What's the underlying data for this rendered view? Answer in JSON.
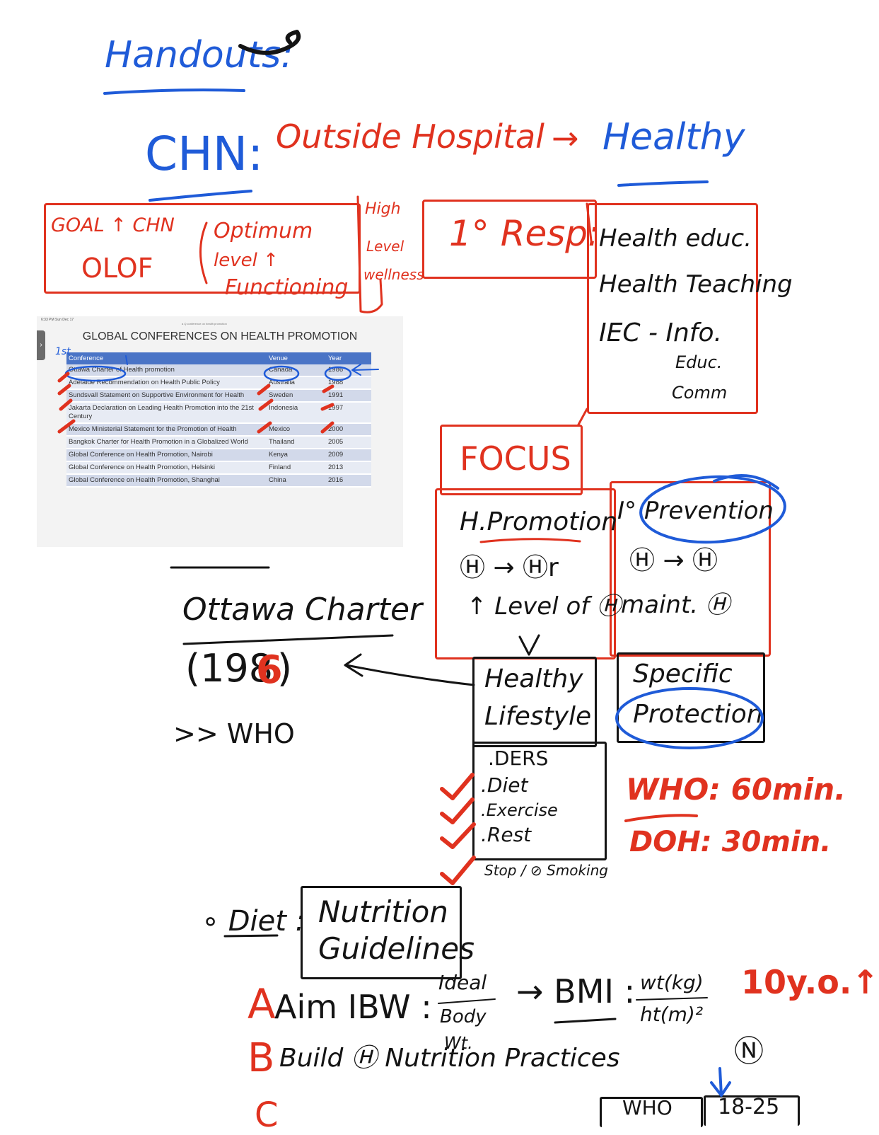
{
  "notes": {
    "heading": "Handouts:",
    "chn_label": "CHN:",
    "chn_text": "Outside Hospital",
    "chn_arrow": "→",
    "chn_healthy": "Healthy",
    "goal_line1": "GOAL ↑ CHN",
    "goal_line2": "OLOF",
    "optimum_line1": "Optimum",
    "optimum_line2": "level ↑",
    "optimum_line3": "Functioning",
    "high_level_wellness": [
      "High",
      "Level",
      "wellness"
    ],
    "resp_label": "1° Resp:",
    "resp_items": [
      "Health educ.",
      "Health Teaching",
      "IEC - Info.",
      "Educ.",
      "Comm"
    ],
    "focus_label": "FOCUS",
    "promotion_title": "H.Promotion",
    "promotion_line1": "Ⓗ → Ⓗr",
    "promotion_line2": "↑ Level of Ⓗ",
    "prevention_title": "I° Prevention",
    "prevention_line1": "Ⓗ → Ⓗ",
    "prevention_line2": "maint. Ⓗ",
    "healthy_lifestyle": [
      "Healthy",
      "Lifestyle"
    ],
    "specific_protection": [
      "Specific",
      "Protection"
    ],
    "ders_items": [
      ".DERS",
      ".Diet",
      ".Exercise",
      ".Rest",
      "Stop / ⊘ Smoking"
    ],
    "who_exercise": "WHO: 60min.",
    "doh_exercise": "DOH: 30min.",
    "ottawa_title": "Ottawa Charter",
    "ottawa_year_a": "(198",
    "ottawa_year_b": "6",
    "ottawa_year_c": ")",
    "ottawa_who": ">> WHO",
    "diet_label": "∘ Diet :",
    "diet_box": [
      "Nutrition",
      "Guidelines"
    ],
    "aim_text": "Aim IBW :",
    "ibw_expansion": [
      "Ideal",
      "Body",
      "Wt."
    ],
    "bmi_label": "→ BMI :",
    "bmi_num": "wt(kg)",
    "bmi_den": "ht(m)²",
    "age_note": "10y.o.↑",
    "build_text": "Build Ⓗ Nutrition Practices",
    "n_circle": "Ⓝ",
    "who_box": "WHO",
    "range_box": "18-25",
    "cut_line": "C"
  },
  "screenshot": {
    "status": "6:33 PM  Sun Dec 17",
    "url": "a  Q  conference on health promotion",
    "title": "GLOBAL CONFERENCES ON HEALTH PROMOTION",
    "headers": [
      "Conference",
      "Venue",
      "Year"
    ],
    "rows": [
      {
        "conference": "Ottawa Charter of Health promotion",
        "venue": "Canada",
        "year": "1986"
      },
      {
        "conference": "Adelaide Recommendation on Health Public Policy",
        "venue": "Australia",
        "year": "1988"
      },
      {
        "conference": "Sundsvall Statement on Supportive Environment for Health",
        "venue": "Sweden",
        "year": "1991"
      },
      {
        "conference": "Jakarta Declaration on Leading Health Promotion into the 21st Century",
        "venue": "Indonesia",
        "year": "1997"
      },
      {
        "conference": "Mexico Ministerial Statement for the Promotion of Health",
        "venue": "Mexico",
        "year": "2000"
      },
      {
        "conference": "Bangkok Charter for Health Promotion in a Globalized World",
        "venue": "Thailand",
        "year": "2005"
      },
      {
        "conference": "Global Conference on Health Promotion, Nairobi",
        "venue": "Kenya",
        "year": "2009"
      },
      {
        "conference": "Global Conference on Health Promotion, Helsinki",
        "venue": "Finland",
        "year": "2013"
      },
      {
        "conference": "Global Conference on Health Promotion, Shanghai",
        "venue": "China",
        "year": "2016"
      }
    ],
    "annotation_first": "1st"
  },
  "colors": {
    "blue_ink": "#1f5bd8",
    "red_ink": "#e0321f",
    "black_ink": "#141414",
    "table_header": "#4a74c6"
  }
}
